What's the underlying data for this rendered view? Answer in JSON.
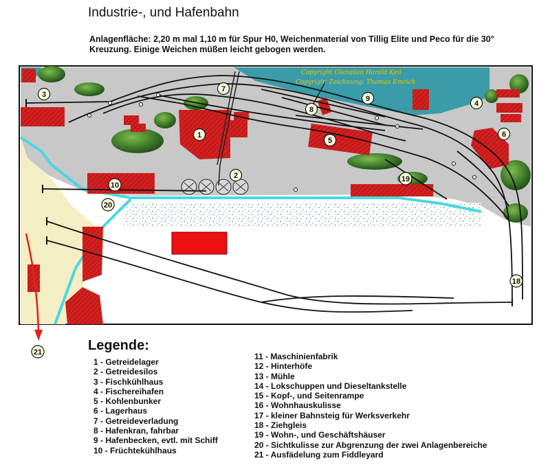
{
  "title": "Industrie-, und Hafenbahn",
  "subtitle": "Anlagenfläche:  2,20 m mal 1,10 m für Spur H0, Weichenmaterial von Tillig Elite und Peco für die 30° Kreuzung. Einige Weichen müßen leicht gebogen werden.",
  "copyright": [
    "Copyright Gleisplan  Harald Keil",
    "Copyright Zeichnung: Thomas Emrich"
  ],
  "legend_title": "Legende:",
  "legend_left": [
    "1 - Getreidelager",
    "2 - Getreidesilos",
    "3 - Fischkühlhaus",
    "4 - Fischereihafen",
    "5 - Kohlenbunker",
    "6 - Lagerhaus",
    "7 - Getreideverladung",
    "8 - Hafenkran, fahrbar",
    "9 - Hafenbecken, evtl. mit Schiff",
    "10 - Früchtekühlhaus"
  ],
  "legend_right": [
    "11 - Maschinienfabrik",
    "12 - Hinterhöfe",
    "13 - Mühle",
    "14 - Lokschuppen und Dieseltankstelle",
    "15 - Kopf-, und Seitenrampe",
    "16 - Wohnhauskulisse",
    "17 - kleiner Bahnsteig für Werksverkehr",
    "18 - Ziehgleis",
    "19 - Wohn-, und Geschäftshäuser",
    "20 - Sichtkulisse zur Abgrenzung der zwei Anlagenbereiche",
    "21 - Ausfädelung zum Fiddleyard"
  ],
  "markers": [
    "1",
    "2",
    "3",
    "4",
    "5",
    "6",
    "7",
    "8",
    "9",
    "10",
    "18",
    "19",
    "20",
    "21"
  ],
  "colors": {
    "water": "#3a9ca8",
    "ground": "#c8c8c8",
    "building": "#d42020",
    "tree": "#3f7a2a",
    "sand": "#f4eec4",
    "screen": "#49d8e0",
    "fiddleyard": "#e02020"
  }
}
